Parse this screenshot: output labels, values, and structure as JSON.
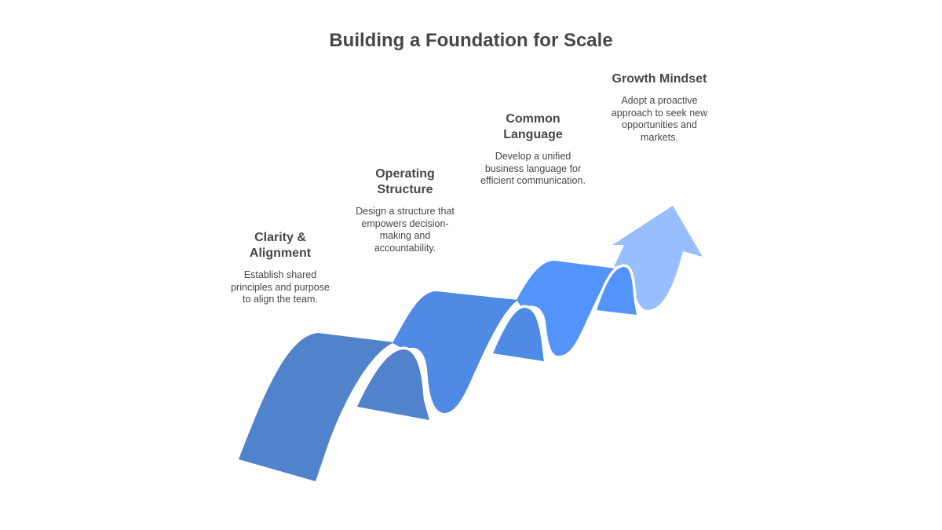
{
  "title": "Building a Foundation for Scale",
  "steps": [
    {
      "heading": "Clarity & Alignment",
      "body": "Establish shared principles and purpose to align the team."
    },
    {
      "heading": "Operating Structure",
      "body": "Design a structure that empowers decision-making and accountability."
    },
    {
      "heading": "Common Language",
      "body": "Develop a unified business language for efficient communication."
    },
    {
      "heading": "Growth Mindset",
      "body": "Adopt a proactive approach to seek new opportunities and markets."
    }
  ],
  "colors": {
    "step1": "#5182CC",
    "step2": "#4F8AE4",
    "step3": "#5394FB",
    "arrow": "#99BEFD",
    "text": "#474747"
  }
}
